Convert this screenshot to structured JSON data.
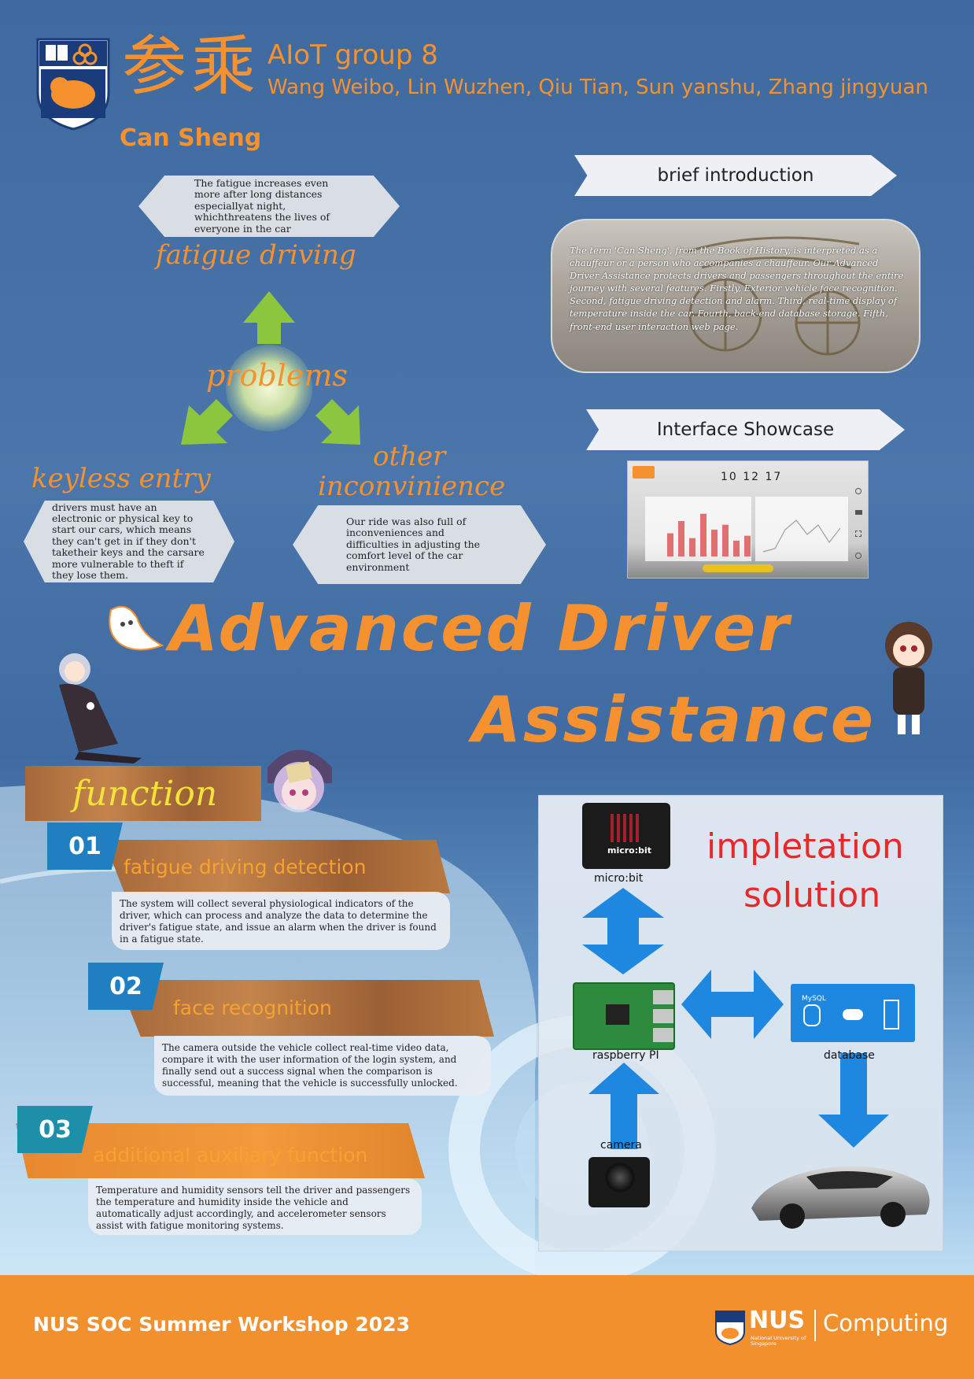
{
  "header": {
    "logo_chinese": "参乘",
    "logo_name": "Can Sheng",
    "group": "AIoT group 8",
    "authors": "Wang Weibo, Lin Wuzhen, Qiu Tian, Sun yanshu, Zhang jingyuan"
  },
  "problems": {
    "center": "problems",
    "fatigue": {
      "title": "fatigue driving",
      "text": "The fatigue increases even more after long distances especiallyat night, whichthreatens the lives of everyone in the car"
    },
    "keyless": {
      "title": "keyless entry",
      "text": "drivers must have an electronic or physical key to start our cars, which means they can't get in if they don't taketheir keys and the carsare more vulnerable to theft if they lose them."
    },
    "other": {
      "title_line1": "other",
      "title_line2": "inconvinience",
      "text": "Our ride was also full of inconveniences and difficulties in adjusting the comfort level of the car environment"
    }
  },
  "intro": {
    "banner": "brief introduction",
    "text": "The term 'Can Sheng', from the Book of History, is interpreted as a chauffeur or a person who accompanies a chauffeur. Our Advanced Driver Assistance protects drivers and passengers throughout the entire journey with several features. Firstly, Exterior vehicle face recognition. Second, fatigue driving detection and alarm. Third, real-time display of temperature inside the car. Fourth, back-end database storage. Fifth, front-end user interaction web page."
  },
  "showcase": {
    "banner": "Interface Showcase",
    "clock": "10 12 17",
    "bar_values": [
      38,
      58,
      30,
      70,
      44,
      52,
      26,
      34
    ]
  },
  "title": {
    "line1": "Advanced Driver",
    "line2": "Assistance"
  },
  "function": {
    "heading": "function",
    "items": [
      {
        "num": "01",
        "title": "fatigue driving detection",
        "text": "The system will collect several physiological indicators of the driver, which can process and analyze the data to determine the driver's fatigue state, and issue an alarm when the driver is found in a fatigue state."
      },
      {
        "num": "02",
        "title": "face recognition",
        "text": "The camera outside the vehicle collect real-time video data, compare it with the user information of the login system, and finally send out a success signal when the comparison is successful, meaning that the vehicle is successfully unlocked."
      },
      {
        "num": "03",
        "title": "additional auxiliary function",
        "text": "Temperature and humidity sensors tell the driver and passengers the temperature and humidity inside the vehicle and automatically adjust accordingly, and accelerometer sensors assist with fatigue monitoring systems."
      }
    ]
  },
  "implementation": {
    "title_line1": "impletation",
    "title_line2": "solution",
    "microbit": "micro:bit",
    "microbit_chip": "micro:bit",
    "raspberry": "raspberry PI",
    "database": "database",
    "mysql": "MySQL",
    "camera": "camera"
  },
  "footer": {
    "workshop": "NUS SOC Summer Workshop 2023",
    "nus": "NUS",
    "computing": "Computing",
    "nus_sub": "National University of Singapore"
  },
  "colors": {
    "orange": "#f5922f",
    "blue_bg": "#4a76ab",
    "footer": "#f2902e",
    "arrow_blue": "#1e88e0",
    "green_arrow": "#8cc63f"
  }
}
